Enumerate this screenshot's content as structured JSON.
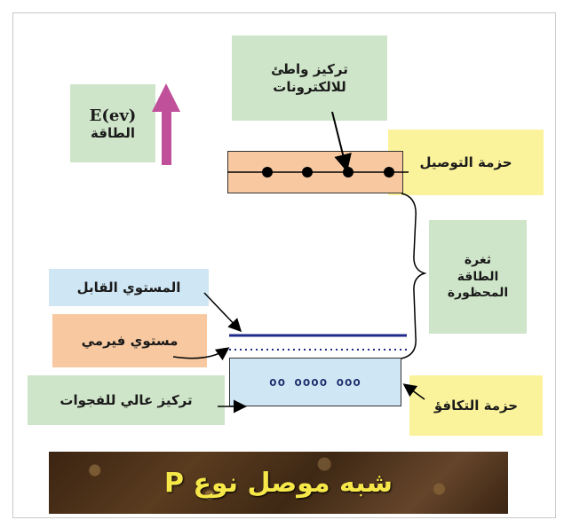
{
  "energy_axis": {
    "label_en": "E(ev)",
    "label_ar": "الطاقة"
  },
  "labels": {
    "electron_concentration": "تركيز واطئ\nللالكترونات",
    "conduction_band": "حزمة التوصيل",
    "energy_gap": "ثغرة\nالطاقة\nالمحظورة",
    "acceptor_level": "المستوي القابل",
    "fermi_level": "مستوي فيرمي",
    "hole_concentration": "تركيز عالي للفجوات",
    "valence_band": "حزمة التكافؤ",
    "holes_text": "oo oooo ooo"
  },
  "banner": {
    "title": "شبه موصل نوع  P"
  },
  "colors": {
    "green": "#cfe5c9",
    "yellow": "#fbf39b",
    "blue": "#cfe6f4",
    "orange": "#f8c9a0",
    "arrow": "#c0509a"
  }
}
